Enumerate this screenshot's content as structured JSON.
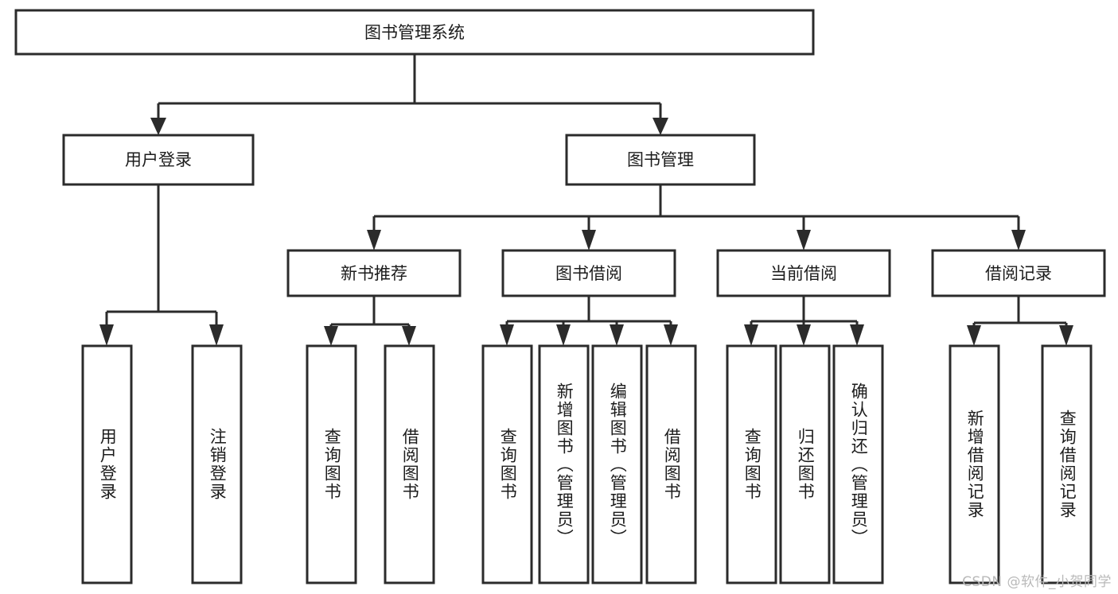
{
  "diagram": {
    "title": "图书管理系统",
    "watermark": "CSDN @软件_小贺同学",
    "colors": {
      "stroke": "#2b2b2b",
      "box_fill": "#ffffff",
      "text": "#1c1c1c",
      "background": "#ffffff",
      "watermark": "#b9b9b9"
    },
    "levels": {
      "root": "图书管理系统",
      "level2": [
        "用户登录",
        "图书管理"
      ],
      "level3": [
        "新书推荐",
        "图书借阅",
        "当前借阅",
        "借阅记录"
      ]
    },
    "nodes": {
      "root": {
        "label": "图书管理系统",
        "orientation": "horizontal"
      },
      "user_login": {
        "label": "用户登录",
        "orientation": "horizontal"
      },
      "book_mgmt": {
        "label": "图书管理",
        "orientation": "horizontal"
      },
      "new_book_rec": {
        "label": "新书推荐",
        "orientation": "horizontal"
      },
      "book_borrow": {
        "label": "图书借阅",
        "orientation": "horizontal"
      },
      "current_borrow": {
        "label": "当前借阅",
        "orientation": "horizontal"
      },
      "borrow_record": {
        "label": "借阅记录",
        "orientation": "horizontal"
      },
      "leaf_user_login": {
        "label": "用户登录",
        "orientation": "vertical"
      },
      "leaf_logout": {
        "label": "注销登录",
        "orientation": "vertical"
      },
      "leaf_query_book_1": {
        "label": "查询图书",
        "orientation": "vertical"
      },
      "leaf_borrow_book_1": {
        "label": "借阅图书",
        "orientation": "vertical"
      },
      "leaf_query_book_2": {
        "label": "查询图书",
        "orientation": "vertical"
      },
      "leaf_add_book": {
        "label": "新增图书（管理员）",
        "orientation": "vertical"
      },
      "leaf_edit_book": {
        "label": "编辑图书（管理员）",
        "orientation": "vertical"
      },
      "leaf_borrow_book_2": {
        "label": "借阅图书",
        "orientation": "vertical"
      },
      "leaf_query_book_3": {
        "label": "查询图书",
        "orientation": "vertical"
      },
      "leaf_return_book": {
        "label": "归还图书",
        "orientation": "vertical"
      },
      "leaf_confirm_return": {
        "label": "确认归还（管理员）",
        "orientation": "vertical"
      },
      "leaf_add_record": {
        "label": "新增借阅记录",
        "orientation": "vertical"
      },
      "leaf_query_record": {
        "label": "查询借阅记录",
        "orientation": "vertical"
      }
    },
    "groups": {
      "user_login_children": [
        "用户登录",
        "注销登录"
      ],
      "new_book_rec_children": [
        "查询图书",
        "借阅图书"
      ],
      "book_borrow_children": [
        "查询图书",
        "新增图书（管理员）",
        "编辑图书（管理员）",
        "借阅图书"
      ],
      "current_borrow_children": [
        "查询图书",
        "归还图书",
        "确认归还（管理员）"
      ],
      "borrow_record_children": [
        "新增借阅记录",
        "查询借阅记录"
      ]
    }
  }
}
